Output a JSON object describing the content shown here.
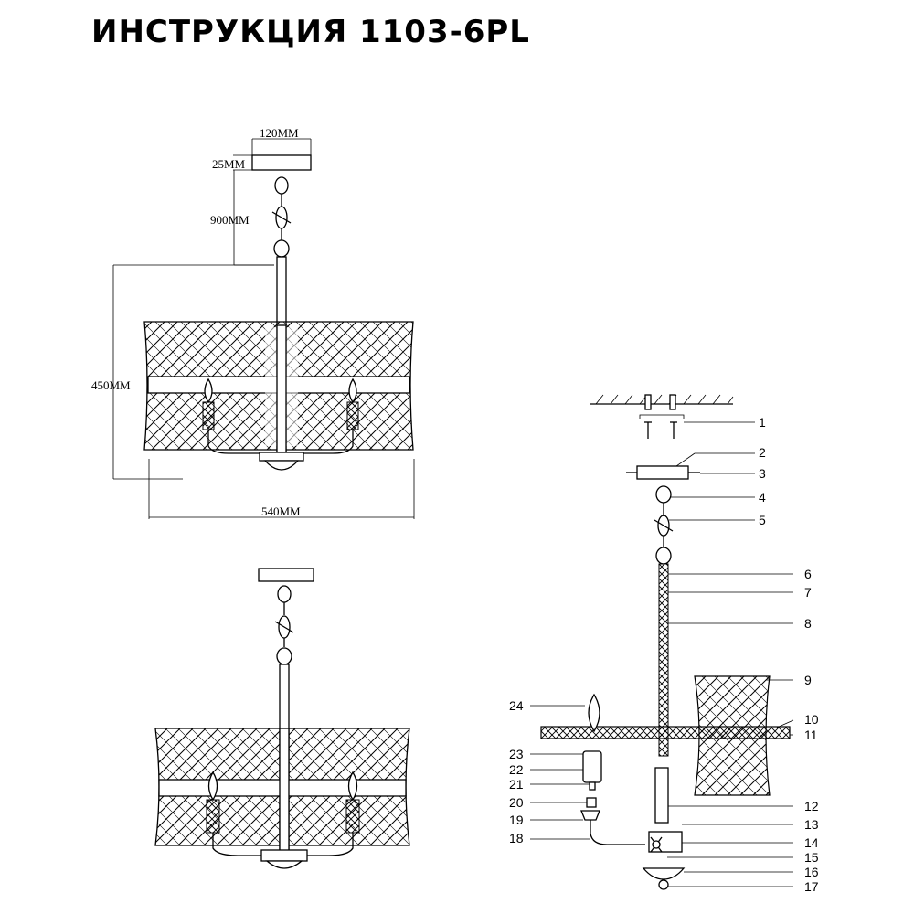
{
  "title": "ИНСТРУКЦИЯ 1103-6PL",
  "dimensions": {
    "canopy_width": "120MM",
    "canopy_height": "25MM",
    "chain_length": "900MM",
    "body_height": "450MM",
    "body_width": "540MM"
  },
  "callouts": [
    "1",
    "2",
    "3",
    "4",
    "5",
    "6",
    "7",
    "8",
    "9",
    "10",
    "11",
    "12",
    "13",
    "14",
    "15",
    "16",
    "17",
    "18",
    "19",
    "20",
    "21",
    "22",
    "23",
    "24"
  ]
}
